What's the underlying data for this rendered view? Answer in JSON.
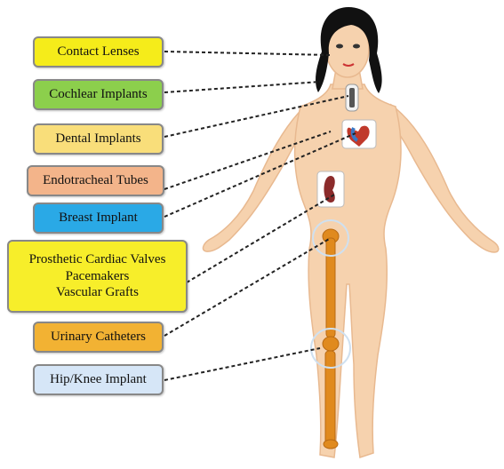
{
  "labels": {
    "contact_lenses": "Contact Lenses",
    "cochlear_implants": "Cochlear Implants",
    "dental_implants": "Dental Implants",
    "endotracheal_tubes": "Endotracheal Tubes",
    "breast_implant": "Breast Implant",
    "cardiac_line1": "Prosthetic Cardiac Valves",
    "cardiac_line2": "Pacemakers",
    "cardiac_line3": "Vascular Grafts",
    "urinary_catheters": "Urinary Catheters",
    "hip_knee_implant": "Hip/Knee Implant"
  },
  "colors": {
    "contact_lenses": "#f5ec1a",
    "cochlear_implants": "#8ccf4c",
    "dental_implants": "#f9de7a",
    "endotracheal_tubes": "#f3b48a",
    "breast_implant": "#2aa9e6",
    "cardiac": "#f7ee2a",
    "urinary_catheters": "#f2b233",
    "hip_knee_implant": "#d6e6f7",
    "skin": "#f6d2ae",
    "hair": "#111111",
    "bone": "#e08a1e"
  }
}
